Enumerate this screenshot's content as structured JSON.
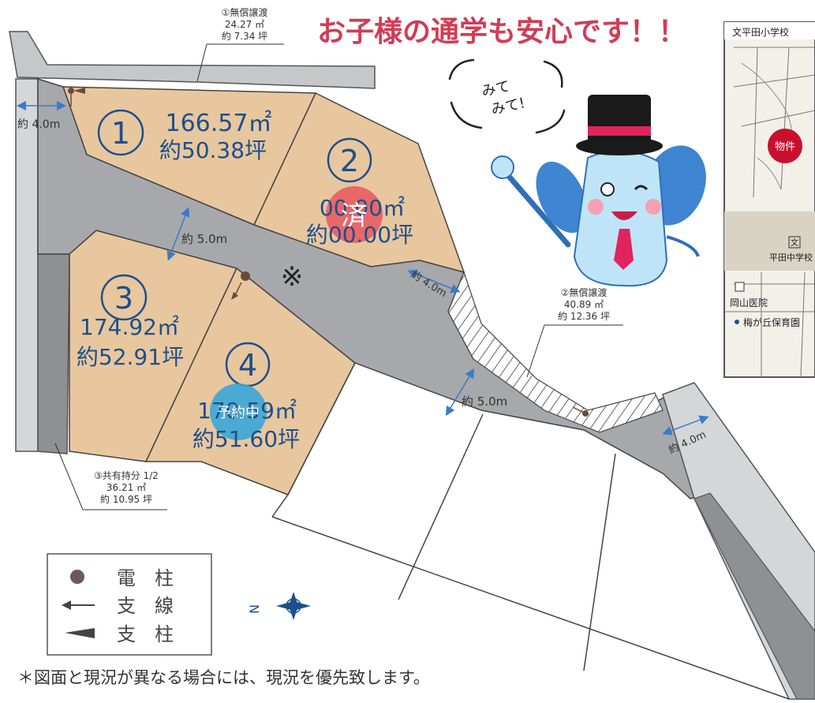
{
  "headline": "お子様の通学も安心です！！",
  "speech_bubble": {
    "line1": "みて",
    "line2": "みて!"
  },
  "lots": [
    {
      "number": "1",
      "area_sqm": "166.57㎡",
      "area_tsubo": "約50.38坪"
    },
    {
      "number": "2",
      "area_sqm": "00.00㎡",
      "area_tsubo": "約00.00坪",
      "badge": "済"
    },
    {
      "number": "3",
      "area_sqm": "174.92㎡",
      "area_tsubo": "約52.91坪"
    },
    {
      "number": "4",
      "area_sqm": "170.59㎡",
      "area_tsubo": "約51.60坪",
      "badge": "予約中"
    }
  ],
  "dimensions": {
    "road_top_left": "約 4.0m",
    "road_mid_upper": "約 5.0m",
    "road_mid_right": "約 4.0m",
    "road_mid_lower": "約 5.0m",
    "road_right": "約 4.0m"
  },
  "notes": {
    "donation1": {
      "title": "①無償譲渡",
      "sqm": "24.27 ㎡",
      "tsubo": "約 7.34 坪"
    },
    "donation2": {
      "title": "②無償譲渡",
      "sqm": "40.89 ㎡",
      "tsubo": "約 12.36 坪"
    },
    "shared": {
      "title": "③共有持分 1/2",
      "sqm": "36.21 ㎡",
      "tsubo": "約 10.95 坪"
    }
  },
  "road_mark": "※",
  "legend": {
    "items": [
      {
        "symbol": "dot-icon",
        "label": "電　柱"
      },
      {
        "symbol": "arrow-icon",
        "label": "支　線"
      },
      {
        "symbol": "wedge-icon",
        "label": "支　柱"
      }
    ]
  },
  "compass_label": "N",
  "map": {
    "school_top": "文平田小学校",
    "property": "物件",
    "junior_high_symbol": "文",
    "junior_high": "平田中学校",
    "hospital": "岡山医院",
    "nursery": "梅が丘保育園"
  },
  "footnote": "＊図面と現況が異なる場合には、現況を優先致します。",
  "colors": {
    "lot_fill": "#e8c79e",
    "road_fill": "#a7a8ab",
    "lot_number": "#1d4f8c",
    "sold_badge": "#e8565e",
    "reserved_badge": "#3aa6d6",
    "headline": "#d23c55",
    "map_marker": "#c8102e"
  }
}
